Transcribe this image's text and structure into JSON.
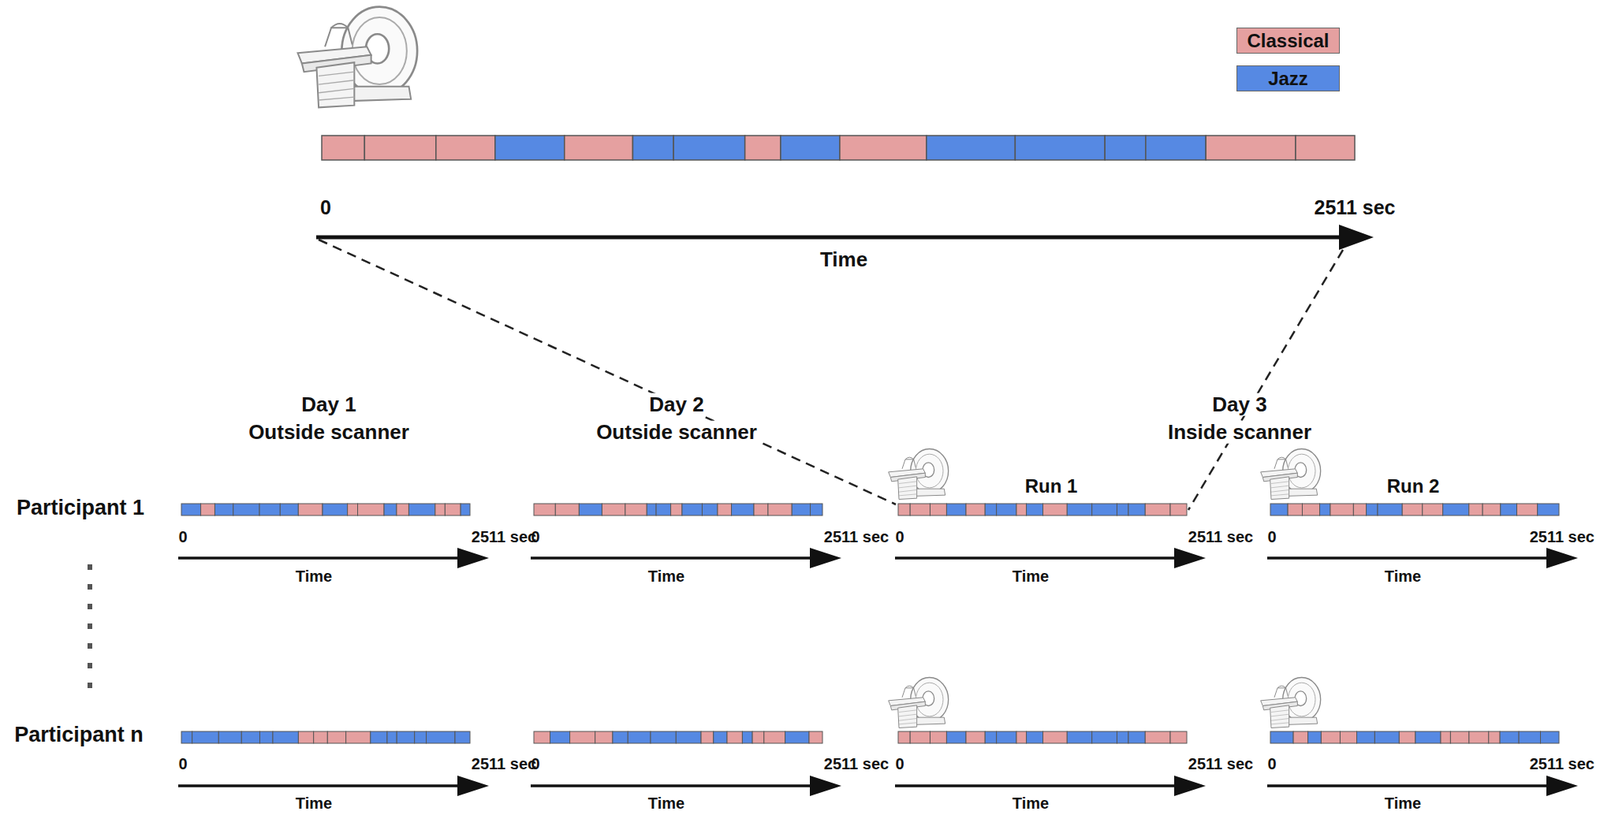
{
  "diagram": {
    "labels": [
      "0",
      "2511 sec",
      "Time",
      "Day 1",
      "Outside scanner",
      "Day 2",
      "Outside scanner",
      "Day 3",
      "Inside scanner",
      "Run 1",
      "Run 2",
      "Participant 1",
      "0",
      "2511 sec",
      "Time",
      "0",
      "2511 sec",
      "Time",
      "0",
      "2511 sec",
      "Time",
      "0",
      "2511 sec",
      "Time",
      "Participant n",
      "0",
      "2511 sec",
      "Time",
      "0",
      "2511 sec",
      "Time",
      "0",
      "2511 sec",
      "Time",
      "0",
      "2511 sec",
      "Time"
    ],
    "legend": [
      {
        "text": "Classical",
        "color": "#e5a0a0"
      },
      {
        "text": "Jazz",
        "color": "#5689e3"
      }
    ]
  }
}
